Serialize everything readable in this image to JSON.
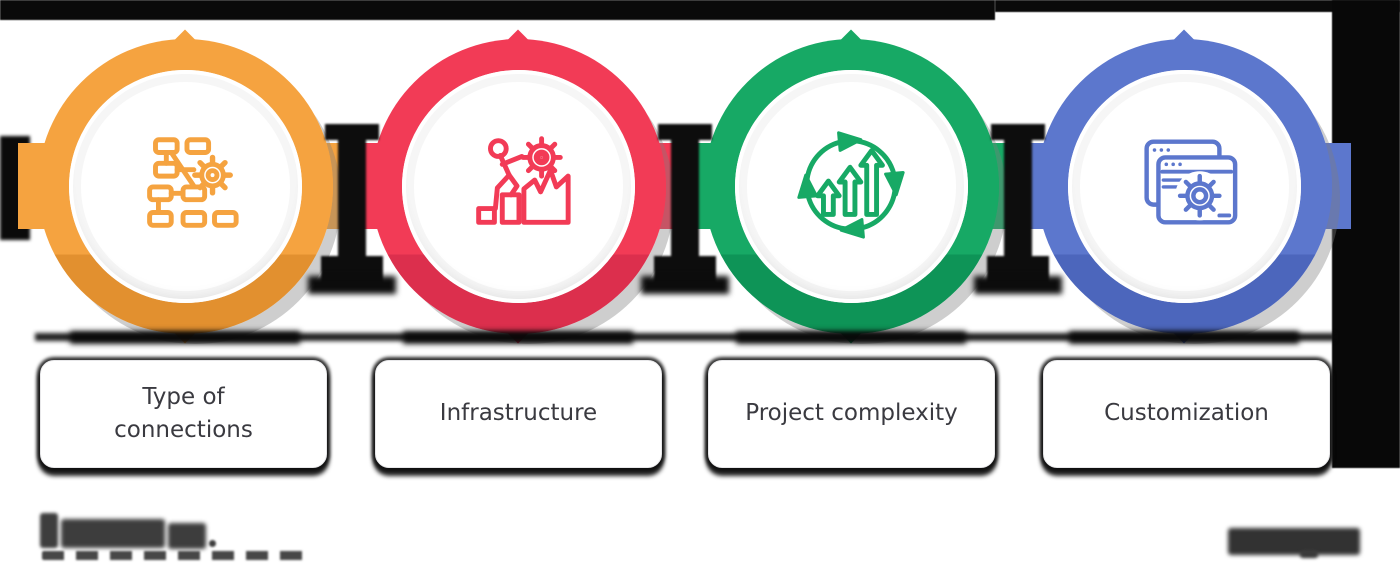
{
  "steps": [
    {
      "label": "Type of connections",
      "color": "#F5A340",
      "color_dark": "#E2902F",
      "icon": "network-gear"
    },
    {
      "label": "Infrastructure",
      "color": "#F23B56",
      "color_dark": "#DC2F4D",
      "icon": "person-stairs-gear"
    },
    {
      "label": "Project complexity",
      "color": "#17A965",
      "color_dark": "#0E9457",
      "icon": "cycle-growth-arrows"
    },
    {
      "label": "Customization",
      "color": "#5C77CD",
      "color_dark": "#4C66BC",
      "icon": "browser-settings-gear"
    }
  ],
  "text_color": "#3A3A40",
  "background_color": "#FFFFFF",
  "shadow_artifact_color": "#0A0A0A"
}
